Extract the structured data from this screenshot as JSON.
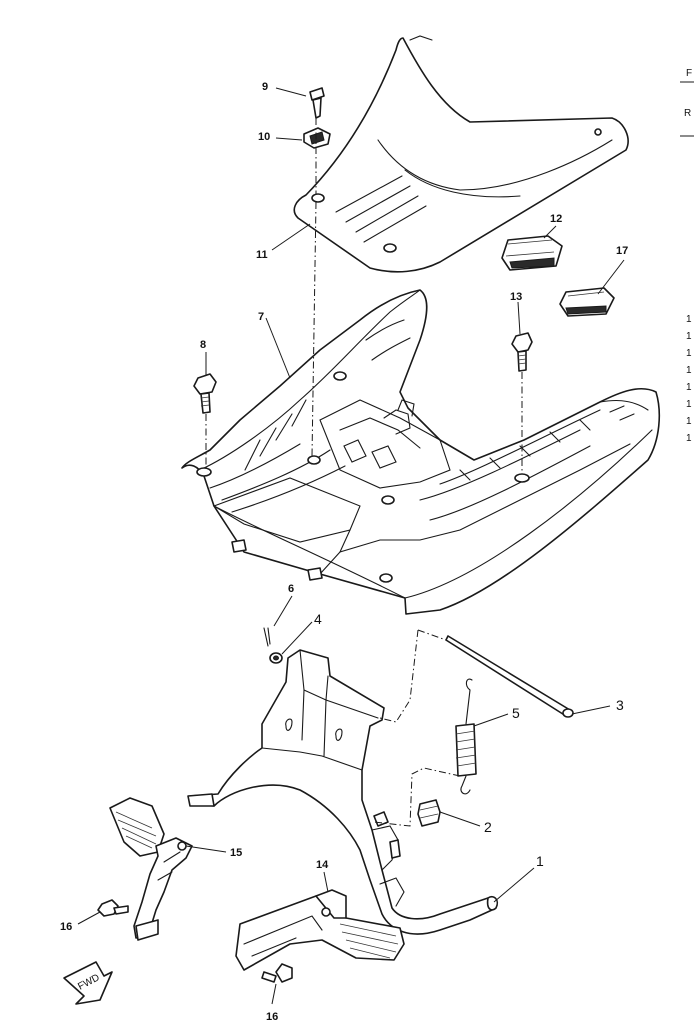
{
  "diagram": {
    "callouts": {
      "c1": "1",
      "c2": "2",
      "c3": "3",
      "c4": "4",
      "c5": "5",
      "c6": "6",
      "c7": "7",
      "c8": "8",
      "c9": "9",
      "c10": "10",
      "c11": "11",
      "c12": "12",
      "c13": "13",
      "c14": "14",
      "c15": "15",
      "c16a": "16",
      "c16b": "16",
      "c17": "17"
    },
    "fwd_label": "FWD",
    "margin_text": [
      "F",
      "R",
      "1",
      "1",
      "1",
      "1",
      "1",
      "1",
      "1",
      "1"
    ]
  }
}
